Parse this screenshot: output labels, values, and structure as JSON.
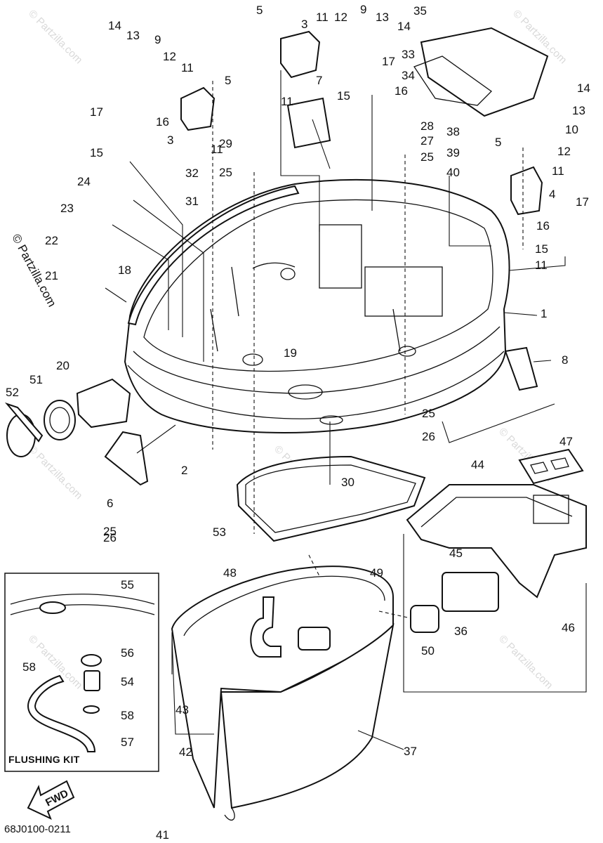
{
  "diagram": {
    "part_numbers": [
      "1",
      "2",
      "3",
      "4",
      "5",
      "6",
      "7",
      "8",
      "9",
      "10",
      "11",
      "12",
      "13",
      "14",
      "15",
      "16",
      "17",
      "18",
      "19",
      "20",
      "21",
      "22",
      "23",
      "24",
      "25",
      "26",
      "27",
      "28",
      "29",
      "30",
      "31",
      "32",
      "33",
      "34",
      "35",
      "36",
      "37",
      "38",
      "39",
      "40",
      "41",
      "42",
      "43",
      "44",
      "45",
      "46",
      "47",
      "48",
      "49",
      "50",
      "51",
      "52",
      "53",
      "54",
      "55",
      "56",
      "57",
      "58"
    ],
    "flushing_kit_label": "FLUSHING KIT",
    "fwd_label": "FWD",
    "catalog_code": "68J0100-0211",
    "watermark": "© Partzilla.com",
    "brand_label": "© Partzilla.com"
  }
}
